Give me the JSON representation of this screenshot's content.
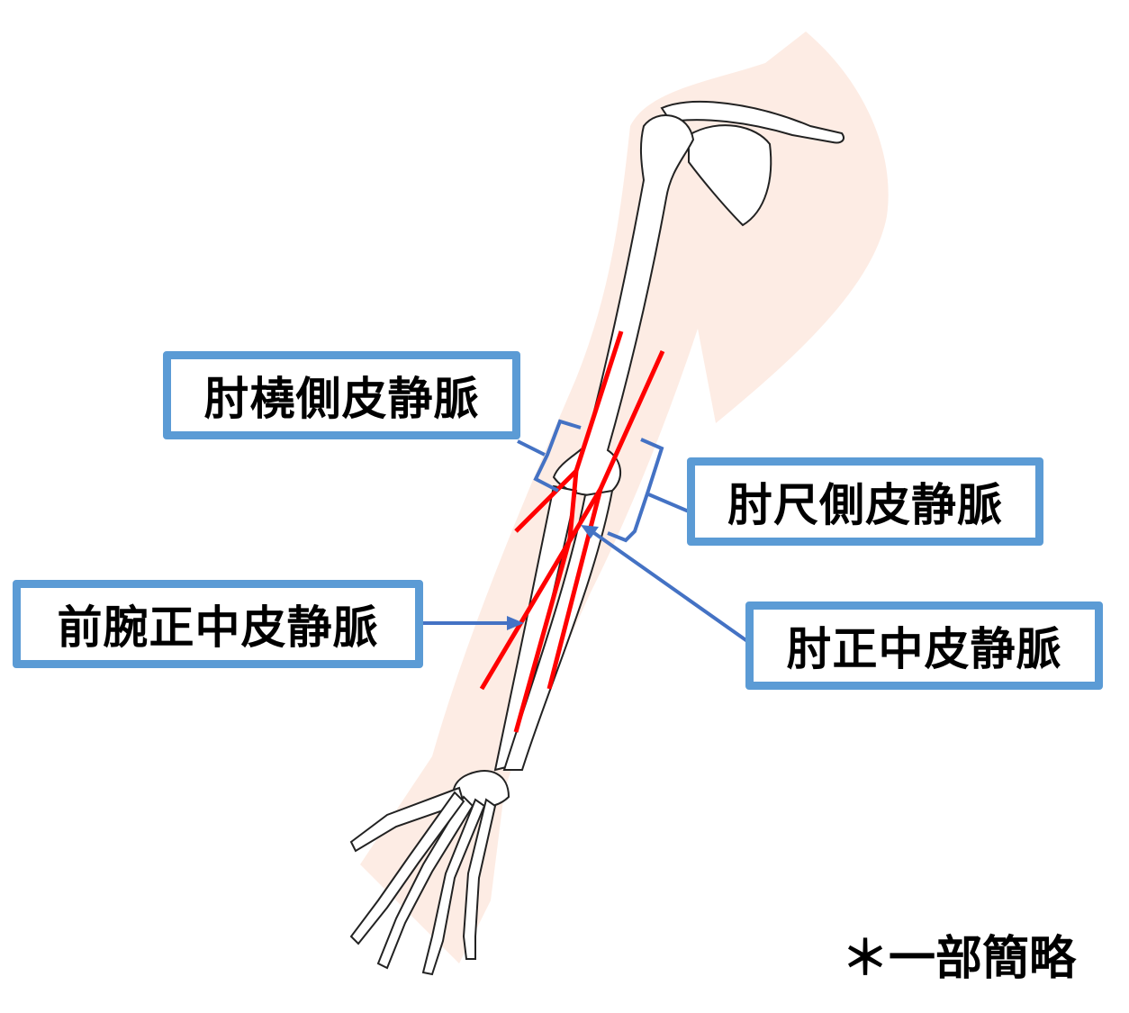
{
  "labels": {
    "cephalic": "肘橈側皮静脈",
    "basilic": "肘尺側皮静脈",
    "median_antebrachial": "前腕正中皮静脈",
    "median_cubital": "肘正中皮静脈"
  },
  "note": "＊一部簡略",
  "colors": {
    "skin": "#fdece4",
    "vein": "#ff0000",
    "pointer": "#4472c4",
    "box_border": "#5b9bd5"
  }
}
